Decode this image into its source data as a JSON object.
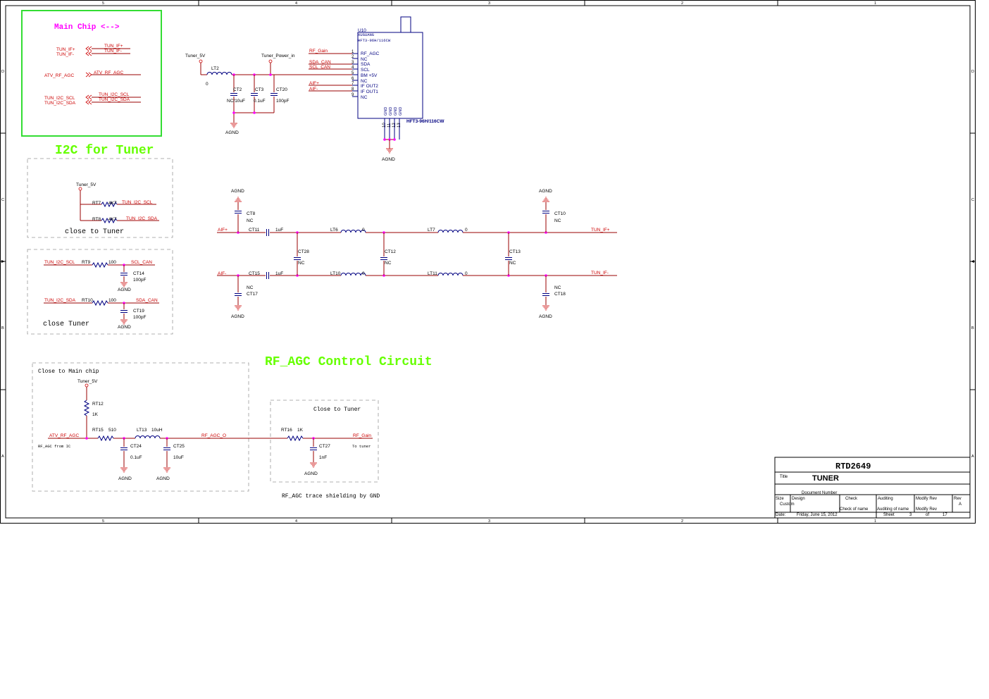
{
  "frame": {
    "top_zones": [
      "5",
      "4",
      "3",
      "2",
      "1"
    ],
    "bottom_zones": [
      "5",
      "4",
      "3",
      "2",
      "1"
    ],
    "left_zones": [
      "D",
      "C",
      "B",
      "A"
    ],
    "right_zones": [
      "D",
      "C",
      "B",
      "A"
    ]
  },
  "headings": {
    "i2c": "I2C for Tuner",
    "rfagc": "RF_AGC Control Circuit"
  },
  "main_chip": {
    "title": "Main Chip <-->",
    "lbl_if_p": "TUN_IF+",
    "lbl_if_n": "TUN_IF-",
    "net_if_p": "TUN_IF+",
    "net_if_n": "TUN_IF-",
    "lbl_atv": "ATV_RF_AGC",
    "net_atv": "ATV_RF_AGC",
    "lbl_scl": "TUN_I2C_SCL",
    "lbl_sda": "TUN_I2C_SDA",
    "net_scl": "TUN_I2C_SCL",
    "net_sda": "TUN_I2C_SDA"
  },
  "power": {
    "tuner5v": "Tuner_5V",
    "power_in": "Tuner_Power_in",
    "lt2": "LT2",
    "lt2_val": "0",
    "ct2": "CT2",
    "ct2_val": "NC/10uF",
    "ct3": "CT3",
    "ct3_val": "0.1uF",
    "ct20": "CT20",
    "ct20_val": "100pF",
    "agnd": "AGND"
  },
  "tuner_chip": {
    "ref": "U10",
    "vendor": "XUGUANG",
    "part": "HFT3-96H/116CW",
    "part_bottom": "HFT3-96H/116CW",
    "net_rfgain": "RF_Gain",
    "net_sda": "SDA_CAN",
    "net_scl": "SCL_CAN",
    "net_aifp": "AIF+",
    "net_aifn": "AIF-",
    "pin_nums": [
      "1",
      "2",
      "3",
      "4",
      "5",
      "6",
      "7",
      "8",
      "9"
    ],
    "pin_names": [
      "RF_AGC",
      "NC",
      "SDA",
      "SCL",
      "BM +5V",
      "NC",
      "IF OUT2",
      "IF OUT1",
      "NC"
    ],
    "gnd_pins": [
      "GND",
      "GND",
      "GND",
      "GND"
    ],
    "gnd_nums": [
      "10",
      "11",
      "12",
      "13"
    ],
    "agnd": "AGND"
  },
  "i2c_box1": {
    "tuner5v": "Tuner_5V",
    "rt7": "RT7",
    "rt7_val": "4K7",
    "net_scl": "TUN_I2C_SCL",
    "rt8": "RT8",
    "rt8_val": "4K7",
    "net_sda": "TUN_I2C_SDA",
    "caption": "close to Tuner"
  },
  "i2c_box2": {
    "net_scl_in": "TUN_I2C_SCL",
    "rt9": "RT9",
    "rt9_val": "100",
    "net_scl_out": "SCL_CAN",
    "ct14": "CT14",
    "ct14_val": "100pF",
    "agnd1": "AGND",
    "net_sda_in": "TUN_I2C_SDA",
    "rt10": "RT10",
    "rt10_val": "100",
    "net_sda_out": "SDA_CAN",
    "ct19": "CT19",
    "ct19_val": "100pF",
    "agnd2": "AGND",
    "caption": "close Tuner"
  },
  "if_filter": {
    "agnd_tl": "AGND",
    "ct8": "CT8",
    "ct8_val": "NC",
    "agnd_tr": "AGND",
    "ct10": "CT10",
    "ct10_val": "NC",
    "net_aifp": "AIF+",
    "ct11": "CT11",
    "ct11_val": "1uF",
    "lt6": "LT6",
    "lt6_val": "0",
    "lt7": "LT7",
    "lt7_val": "0",
    "net_ifp": "TUN_IF+",
    "ct28": "CT28",
    "ct28_val": "NC",
    "ct12": "CT12",
    "ct12_val": "NC",
    "ct13": "CT13",
    "ct13_val": "NC",
    "net_aifn": "AIF-",
    "ct15": "CT15",
    "ct15_val": "1uF",
    "lt10": "LT10",
    "lt10_val": "0",
    "lt11": "LT11",
    "lt11_val": "0",
    "net_ifn": "TUN_IF-",
    "ct17": "CT17",
    "ct17_val": "NC",
    "ct18": "CT18",
    "ct18_val": "NC",
    "agnd_bl": "AGND",
    "agnd_br": "AGND"
  },
  "rfagc": {
    "caption_main": "Close to Main chip",
    "tuner5v": "Tuner_5V",
    "rt12": "RT12",
    "rt12_val": "1K",
    "net_atv": "ATV_RF_AGC",
    "note_from": "RF_AGC from  IC",
    "rt15": "RT15",
    "rt15_val": "510",
    "lt13": "LT13",
    "lt13_val": "10uH",
    "ct24": "CT24",
    "ct24_val": "0.1uF",
    "ct25": "CT25",
    "ct25_val": "10uF",
    "agnd1": "AGND",
    "agnd2": "AGND",
    "net_out": "RF_AGC_O",
    "caption_tuner": "Close to Tuner",
    "rt16": "RT16",
    "rt16_val": "1K",
    "net_gain": "RF_Gain",
    "note_to": "To tuner",
    "ct27": "CT27",
    "ct27_val": "1nF",
    "agnd3": "AGND",
    "shield_note": "RF_AGC trace shielding by GND"
  },
  "title_block": {
    "project": "RTD2649",
    "title_label": "Title",
    "title": "TUNER",
    "doc_label": "Document Number",
    "size_label": "Size",
    "size": "Custom",
    "design": "Design",
    "check": "Check",
    "auditing": "Auditing",
    "modify": "Modify Rev",
    "rev_label": "Rev",
    "rev": "A",
    "check_name": "Check  of  name",
    "audit_name": "Auditing of name",
    "modify2": "Modify Rev",
    "date_label": "Date:",
    "date": "Friday, June 15, 2012",
    "sheet_label": "Sheet",
    "sheet": "3",
    "of_label": "of",
    "sheets": "17"
  }
}
